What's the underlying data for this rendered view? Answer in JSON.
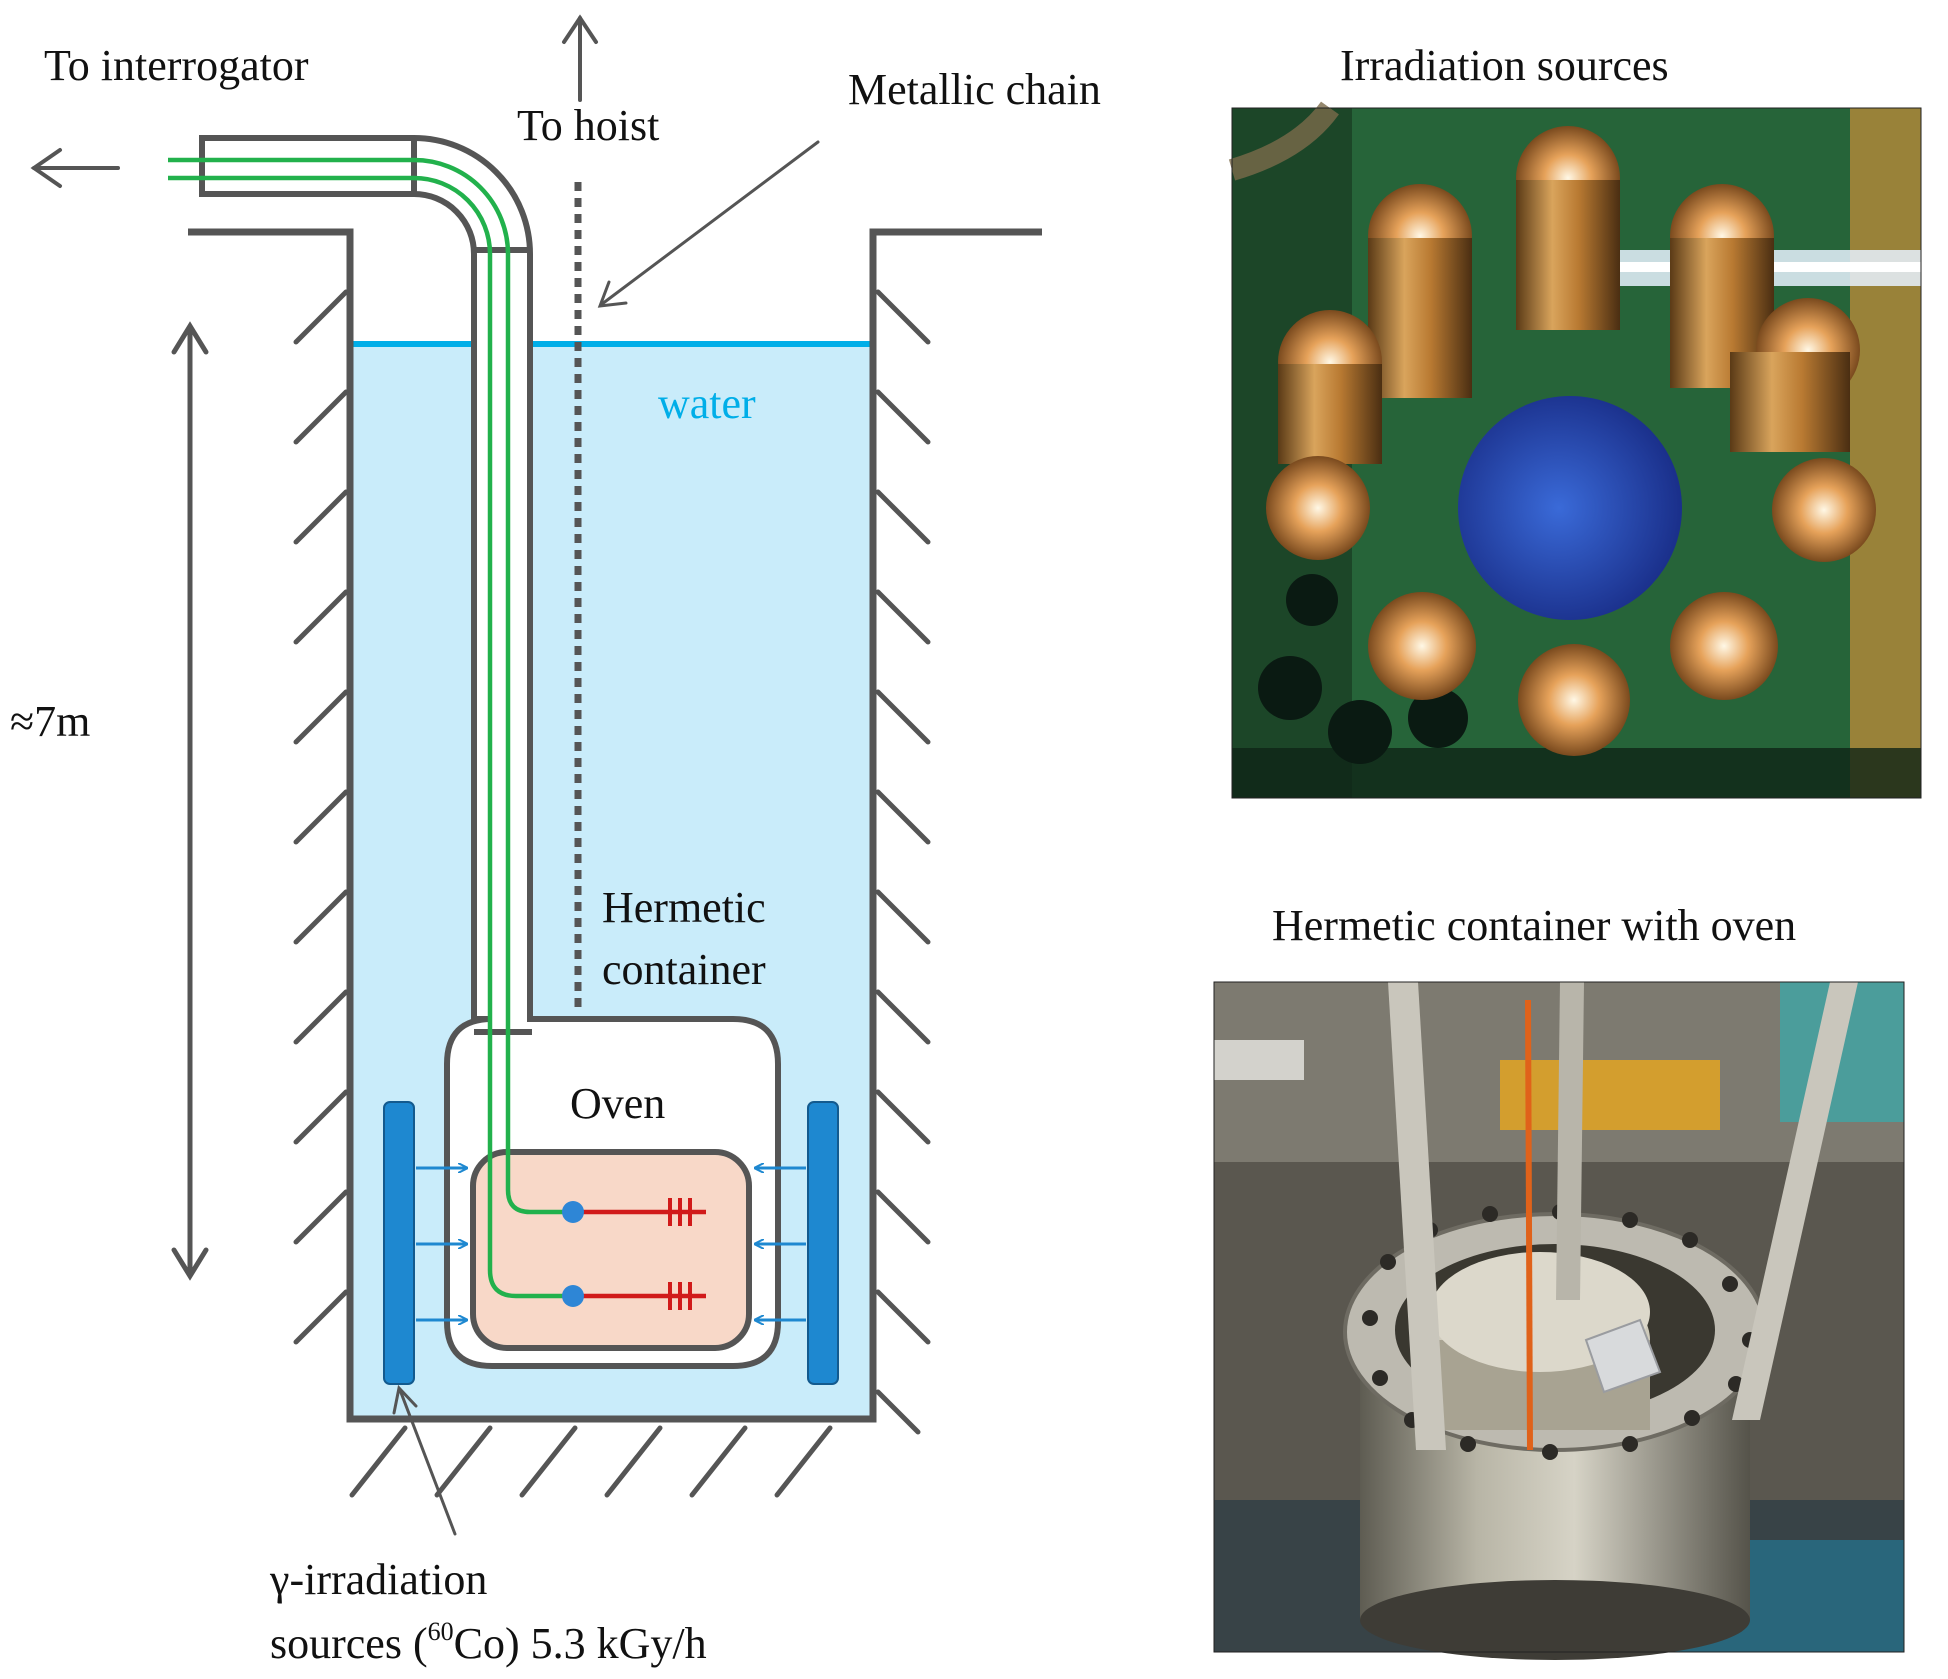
{
  "labels": {
    "to_interrogator": "To interrogator",
    "to_hoist": "To hoist",
    "metallic_chain": "Metallic chain",
    "water": "water",
    "depth": "≈7m",
    "hermetic_line1": "Hermetic",
    "hermetic_line2": "container",
    "oven": "Oven",
    "gamma_line1": "γ-irradiation",
    "gamma_line2_prefix": "sources (",
    "gamma_sup": "60",
    "gamma_line2_suffix": "Co) 5.3 kGy/h"
  },
  "photos": {
    "top_title": "Irradiation sources",
    "bottom_title": "Hermetic container with oven"
  },
  "colors": {
    "water_fill": "#c9ecfa",
    "water_surface": "#00aee8",
    "water_text": "#00aee8",
    "fiber": "#22b14c",
    "sensor": "#d11a1a",
    "source_bar": "#1e88d0",
    "oven_fill": "#f8d8c8",
    "wall": "#555555"
  }
}
